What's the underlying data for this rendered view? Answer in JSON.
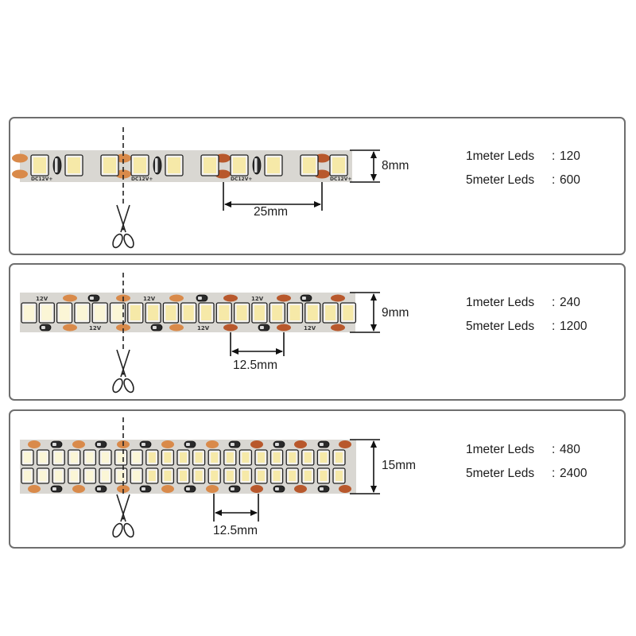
{
  "colors": {
    "pcb": "#d9d7d2",
    "pcb_edge": "#bdbbb6",
    "led_warm": "#f6e9a8",
    "led_white": "#fbf6d6",
    "led_frame": "#222222",
    "pad": "#d98a4a",
    "pad_dark": "#b8582c",
    "border": "#6e6e6e"
  },
  "panels": [
    {
      "id": "120",
      "width_label": "8mm",
      "pitch_label": "25mm",
      "strip_marking": "DC12V+",
      "specs": [
        {
          "label": "1meter Leds",
          "value": "120"
        },
        {
          "label": "5meter Leds",
          "value": "600"
        }
      ]
    },
    {
      "id": "240",
      "width_label": "9mm",
      "pitch_label": "12.5mm",
      "strip_marking": "12V",
      "specs": [
        {
          "label": "1meter Leds",
          "value": "240"
        },
        {
          "label": "5meter Leds",
          "value": "1200"
        }
      ]
    },
    {
      "id": "480",
      "width_label": "15mm",
      "pitch_label": "12.5mm",
      "strip_marking": "",
      "specs": [
        {
          "label": "1meter Leds",
          "value": "480"
        },
        {
          "label": "5meter Leds",
          "value": "2400"
        }
      ]
    }
  ],
  "spec_separator": ":",
  "icons": {
    "cut": "scissors-icon"
  }
}
